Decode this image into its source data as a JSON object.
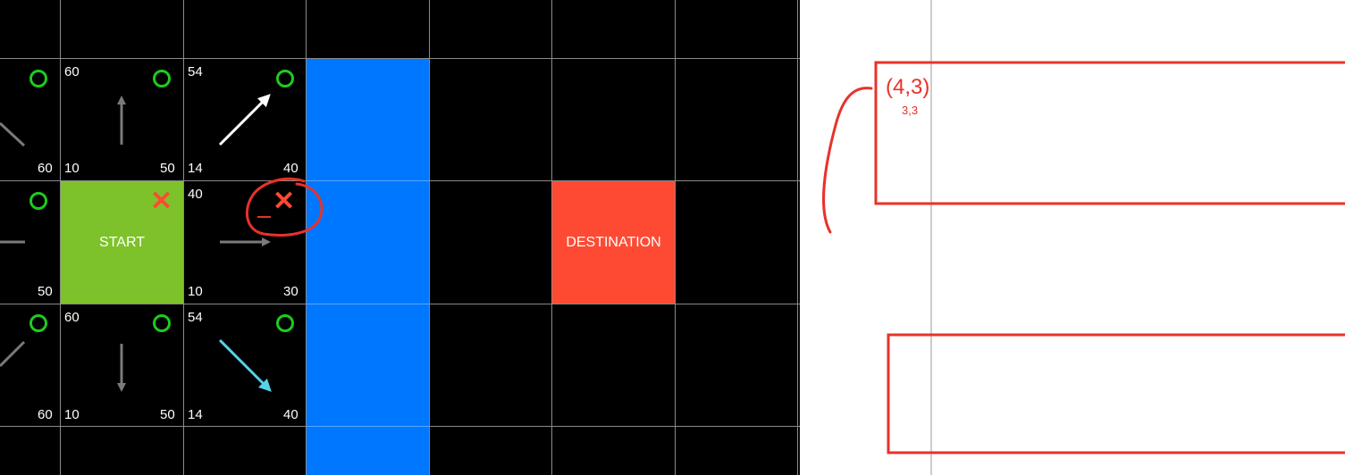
{
  "grid": {
    "start_label": "START",
    "destination_label": "DESTINATION",
    "colors": {
      "start": "#7dc22a",
      "destination": "#ff4a33",
      "wall": "#0077ff",
      "open_marker": "#1ecb1e",
      "closed_marker": "#ff4a33",
      "arrow_default": "#7a7a7a",
      "arrow_highlight": "#ffffff",
      "arrow_path": "#56d3e8",
      "annotation": "#e8322a"
    },
    "cells": {
      "upper_left": {
        "g": "60",
        "h": ""
      },
      "upper_middle": {
        "f": "60",
        "g": "10",
        "h": "50"
      },
      "upper_right": {
        "f": "54",
        "g": "14",
        "h": "40"
      },
      "middle_left": {
        "h": "50"
      },
      "middle_right": {
        "f": "40",
        "g": "10",
        "h": "30"
      },
      "lower_left": {
        "g": "60"
      },
      "lower_middle": {
        "f": "60",
        "g": "10",
        "h": "50"
      },
      "lower_right": {
        "f": "54",
        "g": "14",
        "h": "40"
      }
    },
    "closed_glyph": "✕",
    "open_icon": "open-list-circle"
  },
  "notes": {
    "coordinate": "(4,3)",
    "sub_coordinate": "3,3"
  }
}
